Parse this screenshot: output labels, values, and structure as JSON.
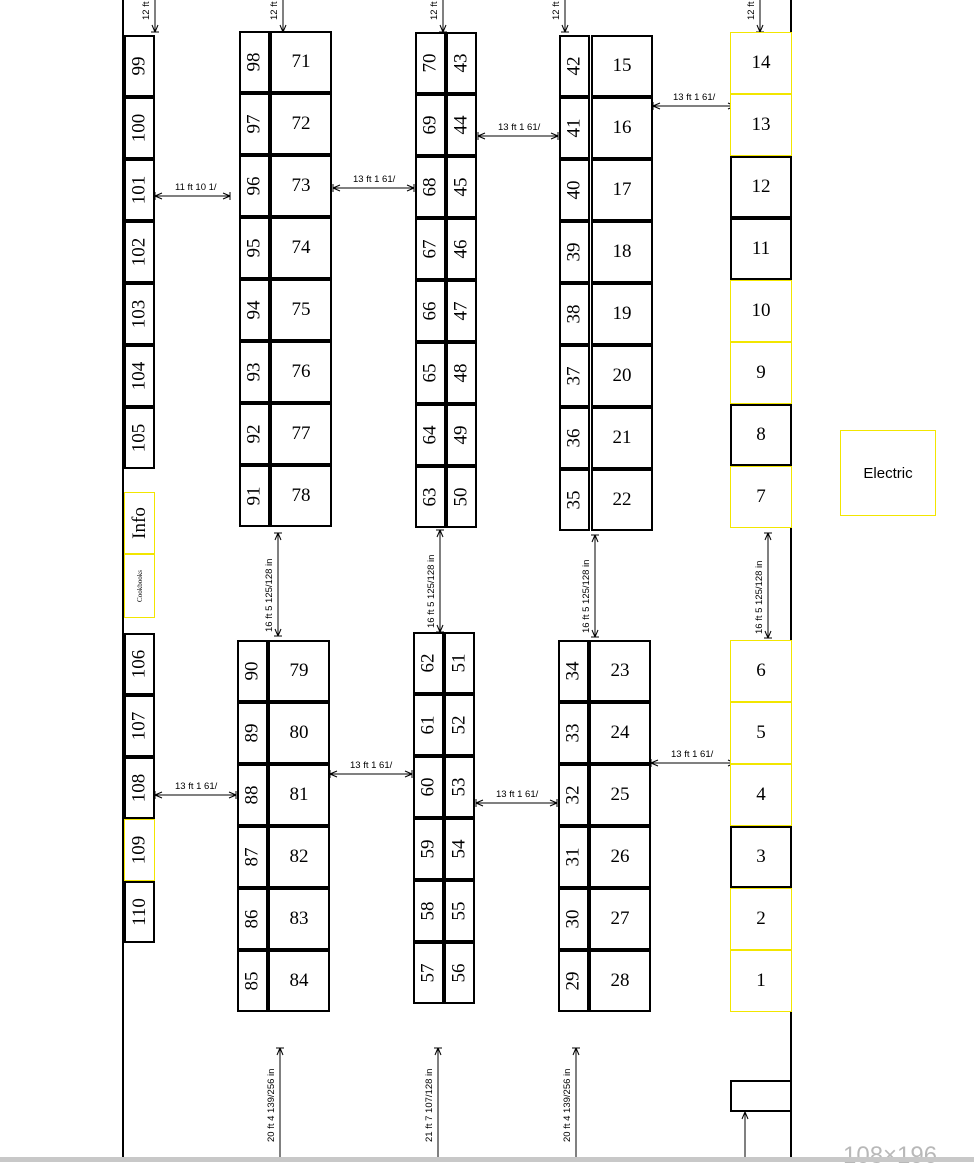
{
  "booths": [
    "1",
    "2",
    "3",
    "4",
    "5",
    "6",
    "7",
    "8",
    "9",
    "10",
    "11",
    "12",
    "13",
    "14",
    "15",
    "16",
    "17",
    "18",
    "19",
    "20",
    "21",
    "22",
    "23",
    "24",
    "25",
    "26",
    "27",
    "28",
    "29",
    "30",
    "31",
    "32",
    "33",
    "34",
    "35",
    "36",
    "37",
    "38",
    "39",
    "40",
    "41",
    "42",
    "43",
    "44",
    "45",
    "46",
    "47",
    "48",
    "49",
    "50",
    "51",
    "52",
    "53",
    "54",
    "55",
    "56",
    "57",
    "58",
    "59",
    "60",
    "61",
    "62",
    "63",
    "64",
    "65",
    "66",
    "67",
    "68",
    "69",
    "70",
    "71",
    "72",
    "73",
    "74",
    "75",
    "76",
    "77",
    "78",
    "79",
    "80",
    "81",
    "82",
    "83",
    "84",
    "85",
    "86",
    "87",
    "88",
    "89",
    "90",
    "91",
    "92",
    "93",
    "94",
    "95",
    "96",
    "97",
    "98",
    "99",
    "100",
    "101",
    "102",
    "103",
    "104",
    "105",
    "106",
    "107",
    "108",
    "109",
    "110"
  ],
  "special": {
    "info": "Info",
    "cookbooks": "Cookbooks",
    "electric": "Electric"
  },
  "measures": {
    "top": "12 ft",
    "h_101": "11 ft 10 1/",
    "h_13ft_a": "13 ft 1 61/",
    "h_13ft_b": "13 ft 1 61/",
    "h_13ft_c": "13 ft 1 61/",
    "h_108": "13 ft 1 61/",
    "h_13ft_d": "13 ft 1 61/",
    "h_13ft_e": "13 ft 1 61/",
    "h_13ft_f": "13 ft 1 61/",
    "v_16ft": "16 ft 5 125/128 in",
    "v_20ft": "20 ft 4 139/256 in",
    "v_21ft": "21 ft 7 107/128 in"
  },
  "page_info": "108×196"
}
